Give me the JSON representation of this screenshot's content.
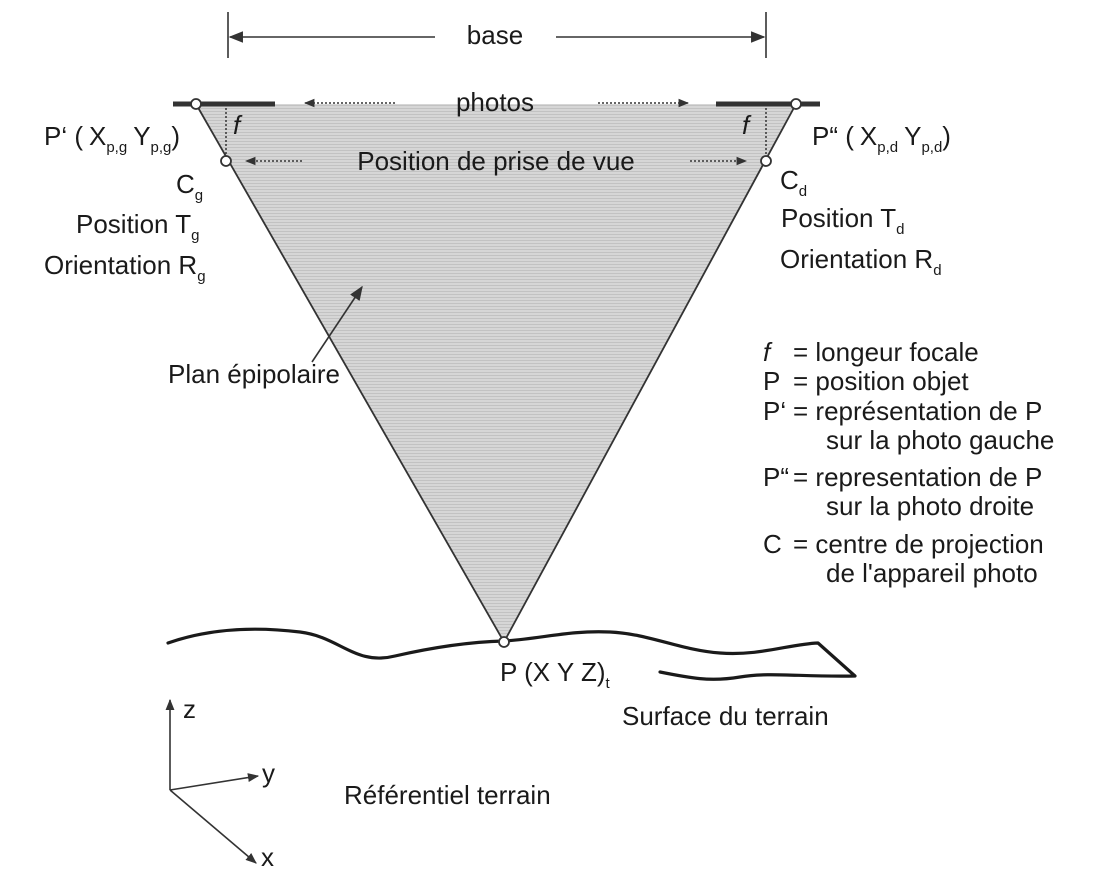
{
  "figure": {
    "base_label": "base",
    "photos_label": "photos",
    "focal_symbol": "f",
    "prise_de_vue_label": "Position de prise de vue",
    "epipolar_plane_label": "Plan épipolaire",
    "terrain_surface_label": "Surface du terrain",
    "reference_frame_label": "Référentiel terrain",
    "left_camera": {
      "image_point": "P‘ (",
      "x_symbol": "X",
      "x_sub": "p,g",
      "y_symbol": "Y",
      "y_sub": "p,g",
      "close_paren": ")",
      "center_symbol": "C",
      "center_sub": "g",
      "position_label": "Position T",
      "position_sub": "g",
      "orientation_label": "Orientation R",
      "orientation_sub": "g"
    },
    "right_camera": {
      "image_point": "P“ (",
      "x_symbol": "X",
      "x_sub": "p,d",
      "y_symbol": "Y",
      "y_sub": "p,d",
      "close_paren": ")",
      "center_symbol": "C",
      "center_sub": "d",
      "position_label": "Position T",
      "position_sub": "d",
      "orientation_label": "Orientation R",
      "orientation_sub": "d"
    },
    "ground_point": {
      "label": "P  (X Y Z)",
      "sub": "t"
    },
    "axes": {
      "z": "z",
      "y": "y",
      "x": "x"
    },
    "legend": [
      {
        "symbol": "f",
        "italic": true,
        "text": "= longeur focale"
      },
      {
        "symbol": "P",
        "text": "= position objet"
      },
      {
        "symbol": "P‘",
        "text": "= représentation de P",
        "cont": "sur la photo gauche"
      },
      {
        "symbol": "P“",
        "text": "= representation de P",
        "cont": "sur la photo droite"
      },
      {
        "symbol": "C",
        "text": "= centre de projection",
        "cont": "de l'appareil photo"
      }
    ]
  }
}
